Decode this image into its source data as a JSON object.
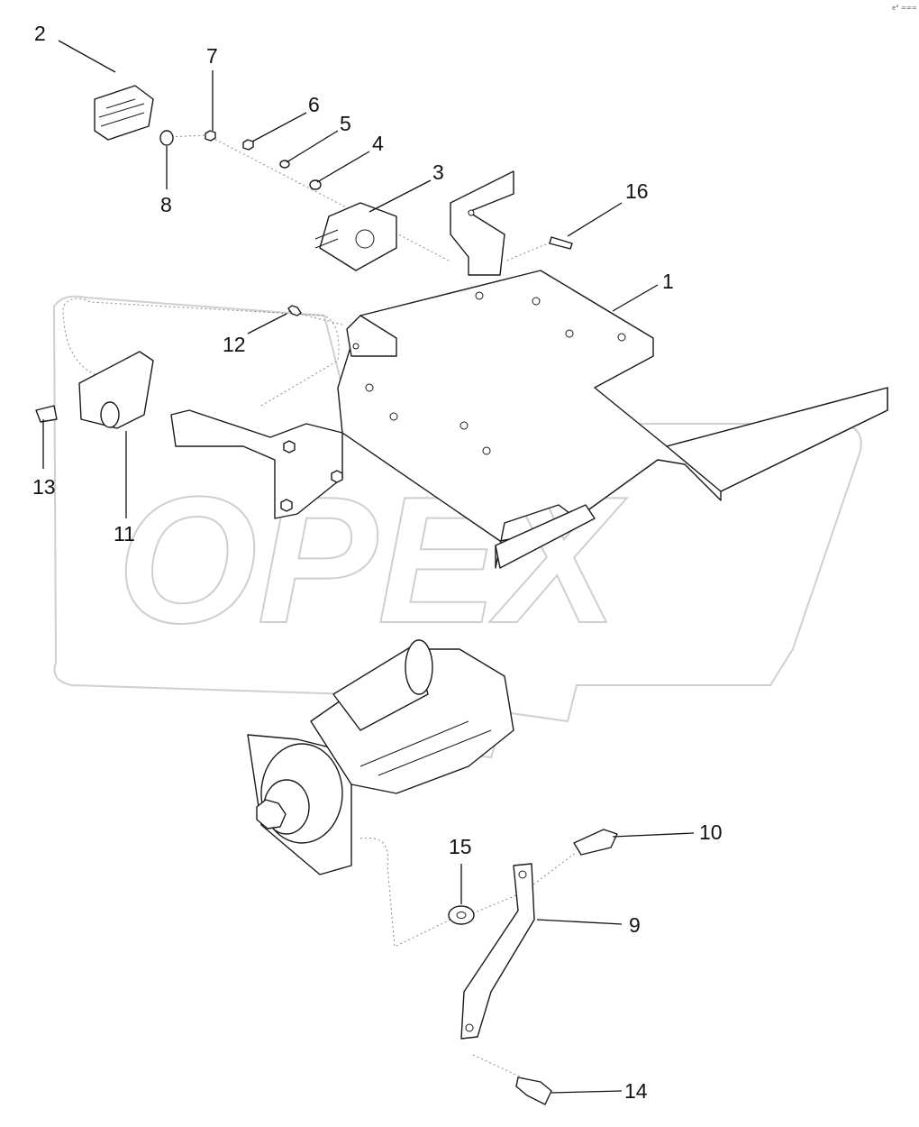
{
  "corner_code": "e° ===",
  "watermark": {
    "text": "OPEX",
    "color": "#cfcfcf",
    "drawn_as": "gear-logo-watermark"
  },
  "colors": {
    "line": "#1a1a1a",
    "dotted_line": "#888888",
    "watermark": "#cfcfcf",
    "background": "#ffffff"
  },
  "callouts": [
    {
      "id": "c1",
      "label": "1"
    },
    {
      "id": "c2",
      "label": "2"
    },
    {
      "id": "c3",
      "label": "3"
    },
    {
      "id": "c4",
      "label": "4"
    },
    {
      "id": "c5",
      "label": "5"
    },
    {
      "id": "c6",
      "label": "6"
    },
    {
      "id": "c7",
      "label": "7"
    },
    {
      "id": "c8",
      "label": "8"
    },
    {
      "id": "c9",
      "label": "9"
    },
    {
      "id": "c10",
      "label": "10"
    },
    {
      "id": "c11",
      "label": "11"
    },
    {
      "id": "c12",
      "label": "12"
    },
    {
      "id": "c13",
      "label": "13"
    },
    {
      "id": "c14",
      "label": "14"
    },
    {
      "id": "c15",
      "label": "15"
    },
    {
      "id": "c16",
      "label": "16"
    }
  ]
}
